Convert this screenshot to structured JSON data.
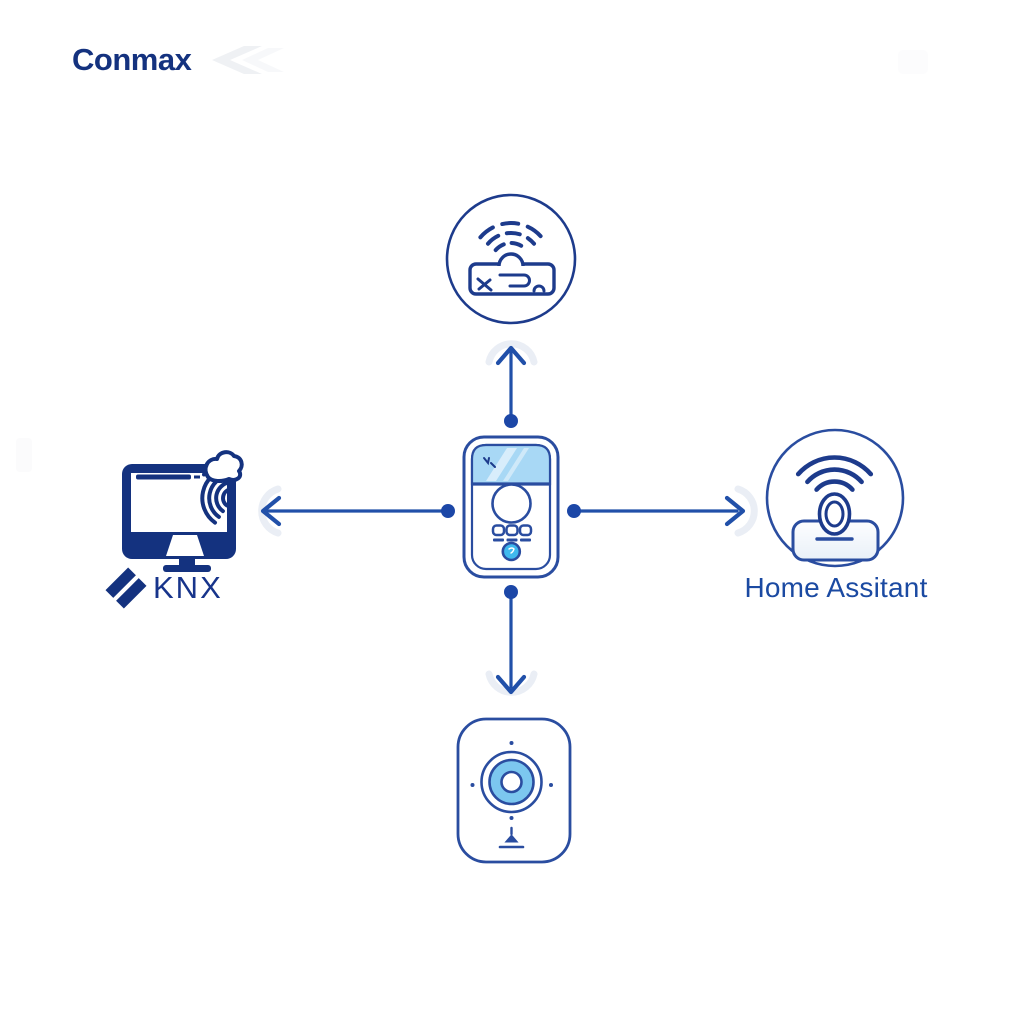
{
  "page": {
    "background": "#ffffff",
    "type": "connectivity-diagram"
  },
  "brand": {
    "logo_text": "Conmax",
    "logo_color": "#14327F"
  },
  "diagram": {
    "center_device": {
      "name": "video-intercom-panel",
      "icon": "intercom-icon",
      "screen_color": "#A8D8F5",
      "call_button_color": "#3FB9EE"
    },
    "nodes": {
      "top": {
        "label": "",
        "icon": "wifi-gateway-icon"
      },
      "left": {
        "label": "KNX",
        "icon": "knx-monitor-icon"
      },
      "right": {
        "label": "Home Assitant",
        "icon": "wifi-doorbell-icon"
      },
      "bottom": {
        "label": "",
        "icon": "smart-camera-icon"
      }
    },
    "arrows": {
      "directions": [
        "up",
        "left",
        "right",
        "down"
      ],
      "color": "#2150A9",
      "dot_color": "#1C47A7"
    },
    "colors": {
      "outline": "#2A4DA0",
      "navy": "#14327F",
      "stroke_dark": "#1D3B8C",
      "light_blue": "#A8D8F5",
      "lens_blue": "#7CC7EF",
      "faint_gray": "#EEF1F5"
    }
  }
}
